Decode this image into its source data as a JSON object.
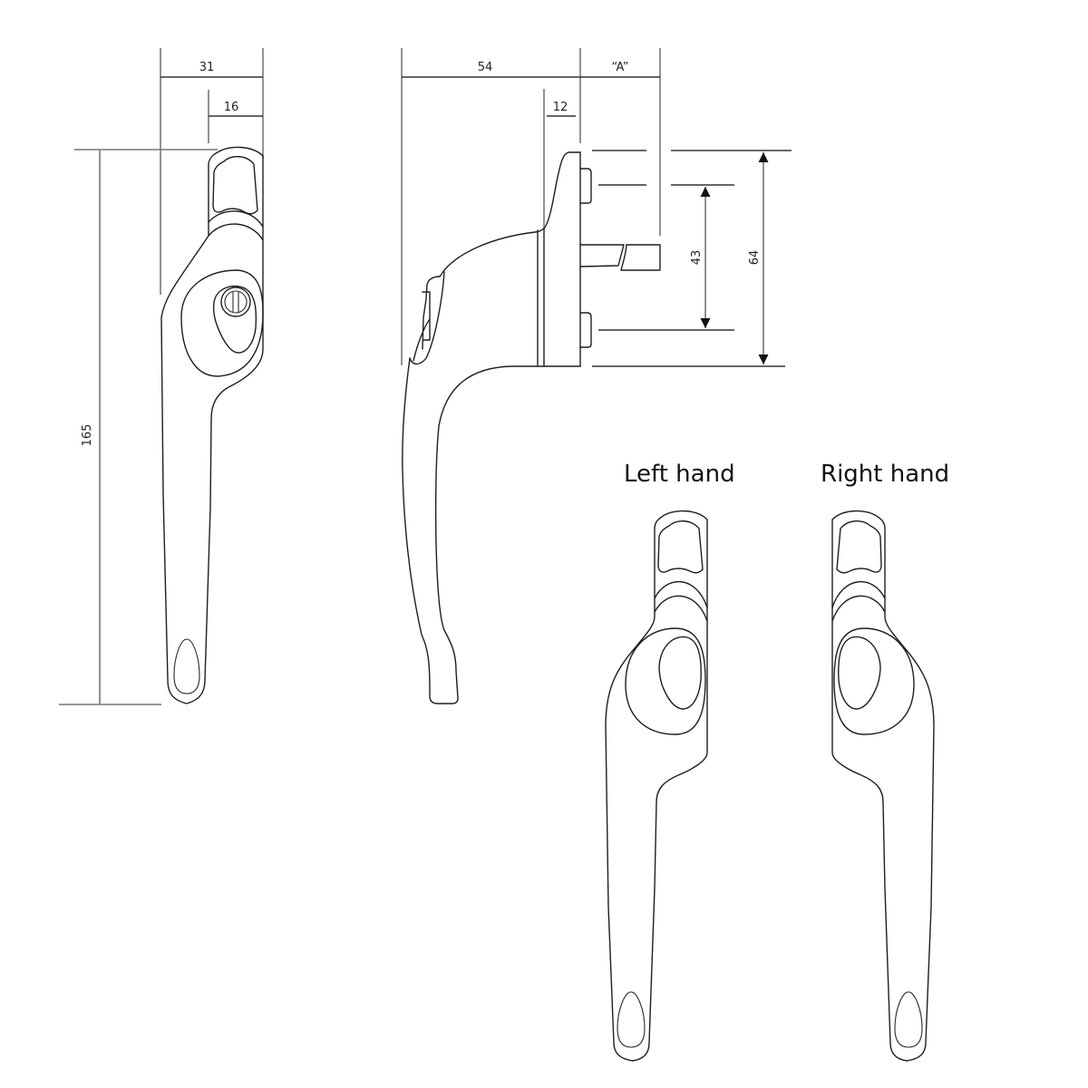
{
  "diagram": {
    "type": "technical drawing",
    "subject": "window handle",
    "line_color": "#1e1e1e",
    "dimension_line_color": "#777777",
    "background": "#ffffff"
  },
  "front_view": {
    "dimensions": {
      "overall_width": "31",
      "spindle_offset": "16",
      "overall_height": "165"
    }
  },
  "side_view": {
    "dimensions": {
      "projection": "54",
      "spindle_length": "“A”",
      "base_thickness": "12",
      "fixing_centres": "43",
      "base_height": "64"
    }
  },
  "variants": {
    "left_label": "Left hand",
    "right_label": "Right hand"
  }
}
